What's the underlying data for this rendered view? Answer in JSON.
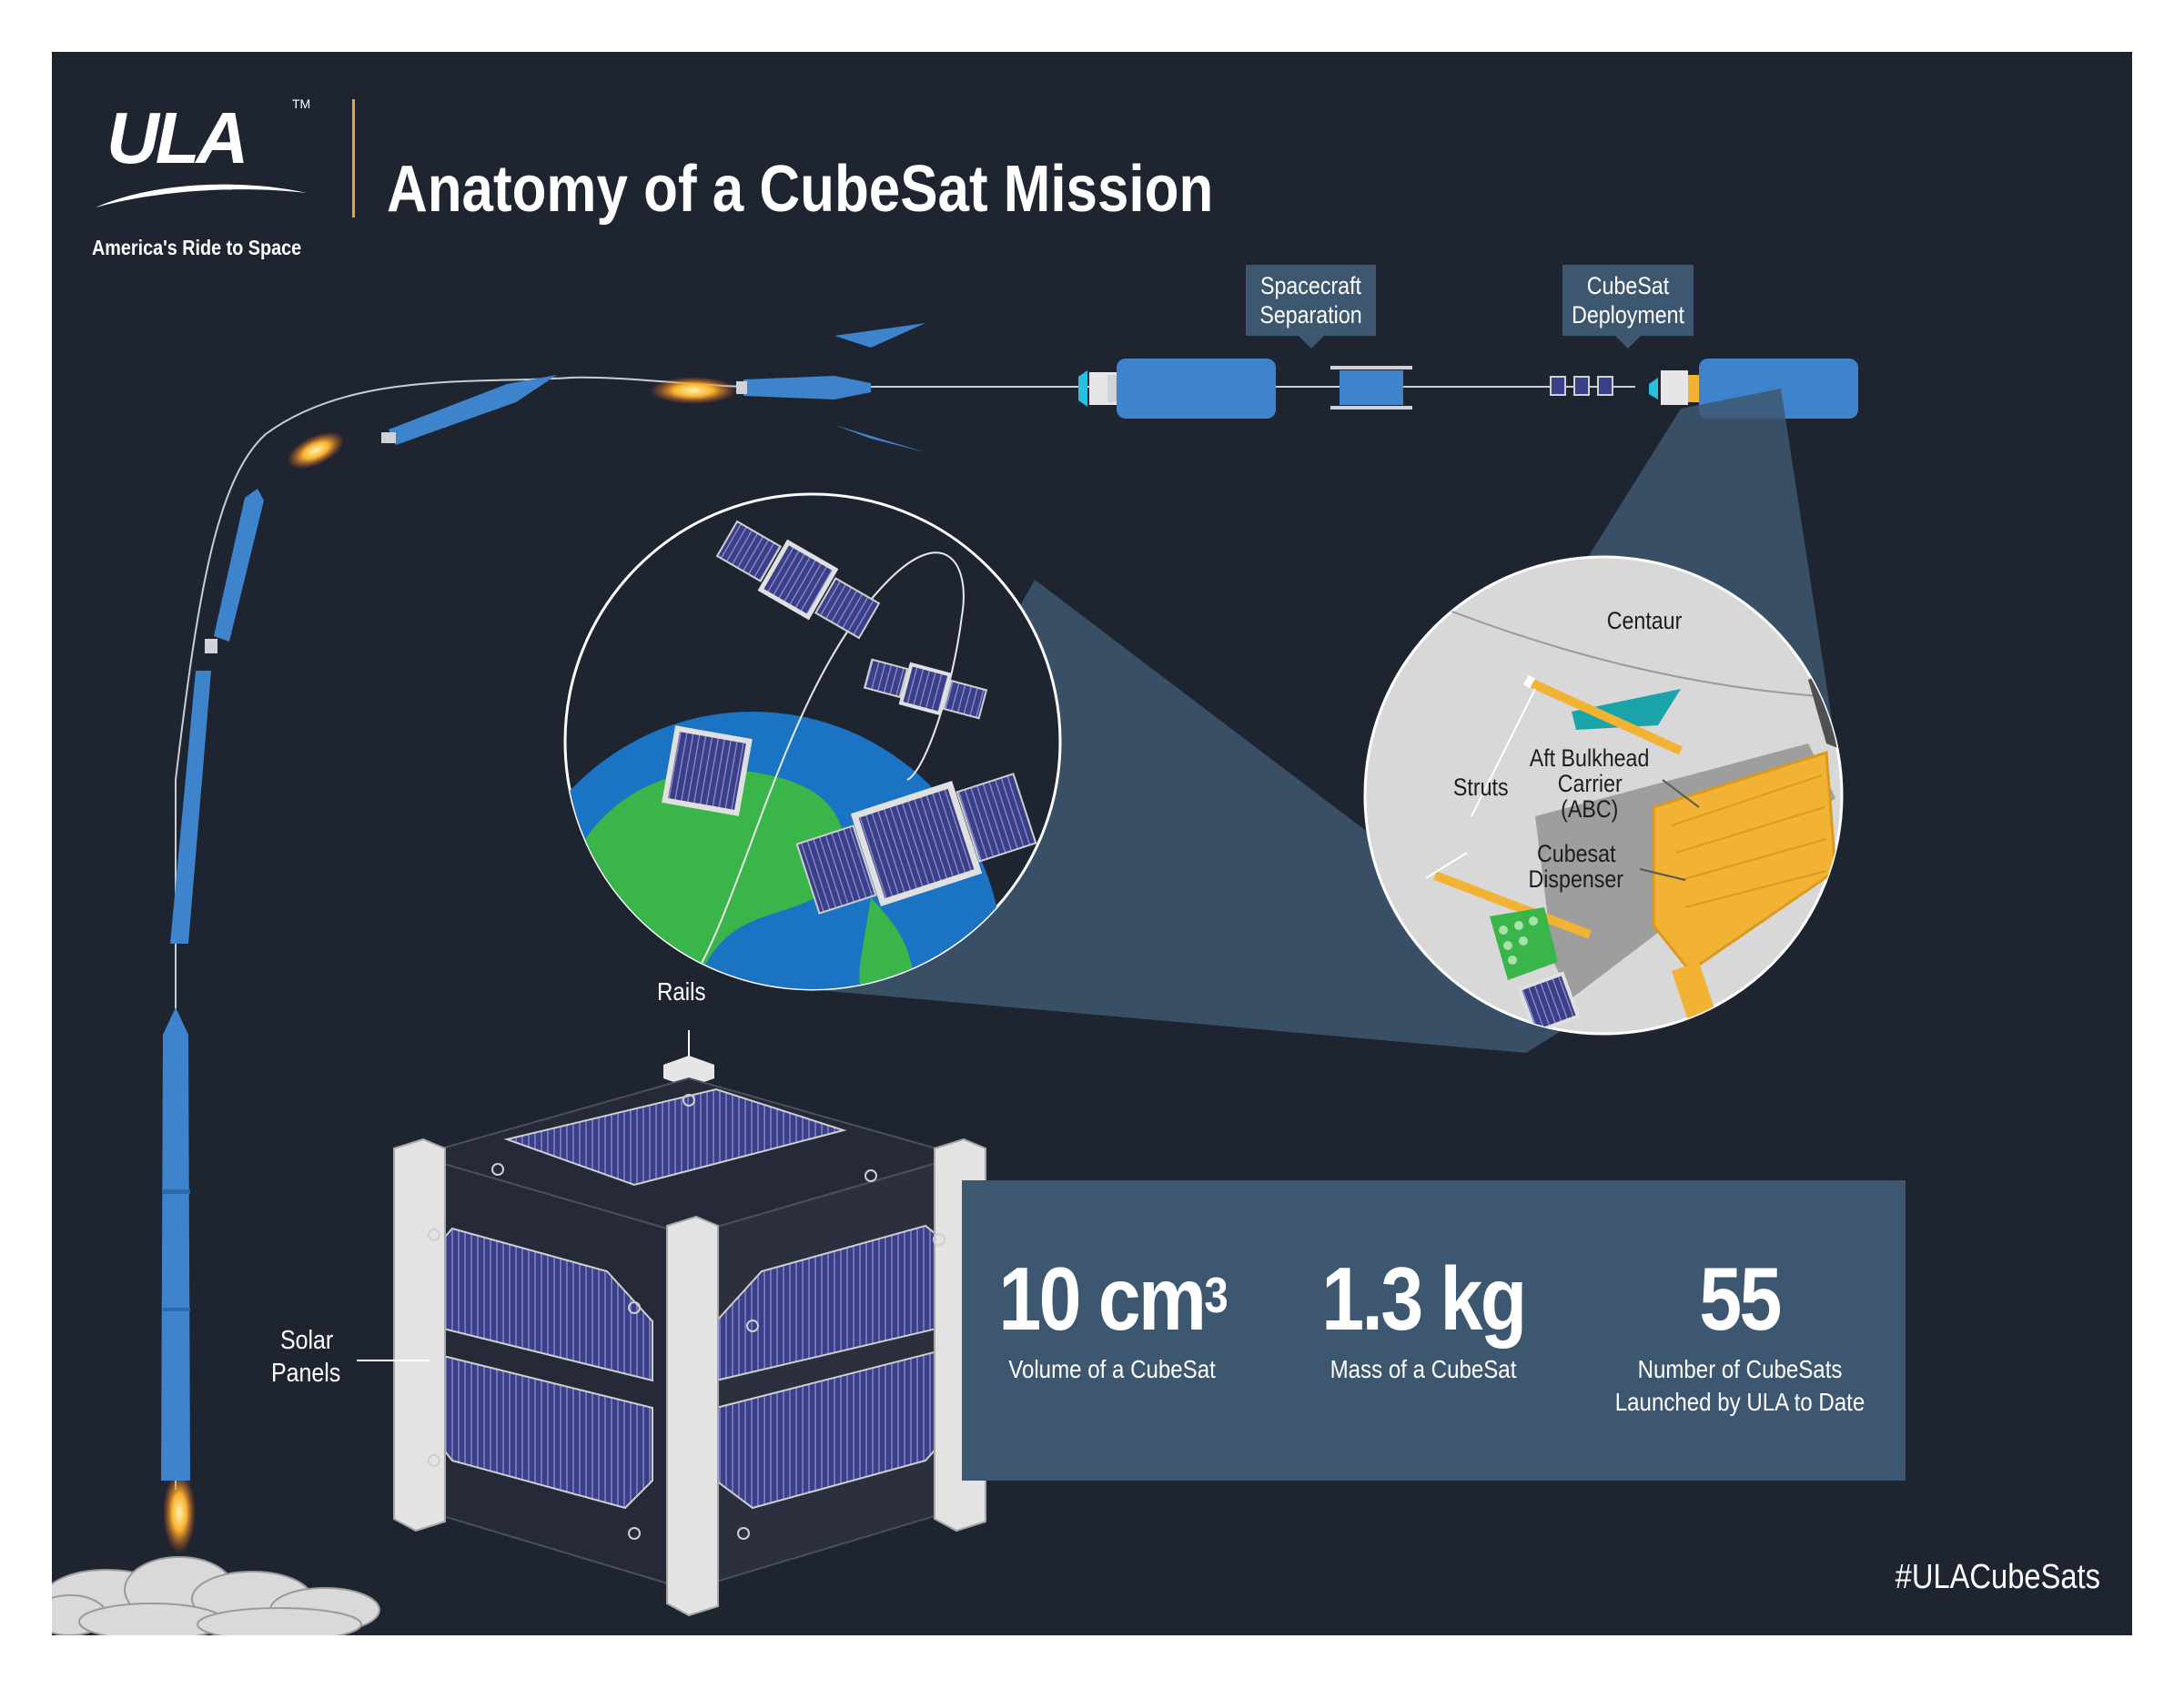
{
  "logo": {
    "wordmark": "ULA",
    "trademark": "TM",
    "tagline": "America's Ride to Space"
  },
  "title": "Anatomy of a CubeSat Mission",
  "callouts": {
    "spacecraft_separation": [
      "Spacecraft",
      "Separation"
    ],
    "cubesat_deployment": [
      "CubeSat",
      "Deployment"
    ]
  },
  "inset_labels": {
    "centaur": "Centaur",
    "struts": "Struts",
    "abc": [
      "Aft Bulkhead",
      "Carrier",
      "(ABC)"
    ],
    "dispenser": [
      "Cubesat",
      "Dispenser"
    ]
  },
  "cubesat_labels": {
    "rails": "Rails",
    "solar_panels": [
      "Solar",
      "Panels"
    ]
  },
  "stats": [
    {
      "value": "10 cm",
      "superscript": "3",
      "label": [
        "Volume of a CubeSat"
      ]
    },
    {
      "value": "1.3 kg",
      "superscript": "",
      "label": [
        "Mass of a CubeSat"
      ]
    },
    {
      "value": "55",
      "superscript": "",
      "label": [
        "Number of CubeSats",
        "Launched by ULA to Date"
      ]
    }
  ],
  "hashtag": "#ULACubeSats",
  "colors": {
    "background": "#1f2431",
    "panel": "#3d5770",
    "rocket_blue": "#3d84cc",
    "accent_gold": "#e4a632",
    "solar_panel": "#3a3f86",
    "earth_ocean": "#1b73c4",
    "earth_land": "#39b54a",
    "dispenser_yellow": "#f2b233"
  }
}
